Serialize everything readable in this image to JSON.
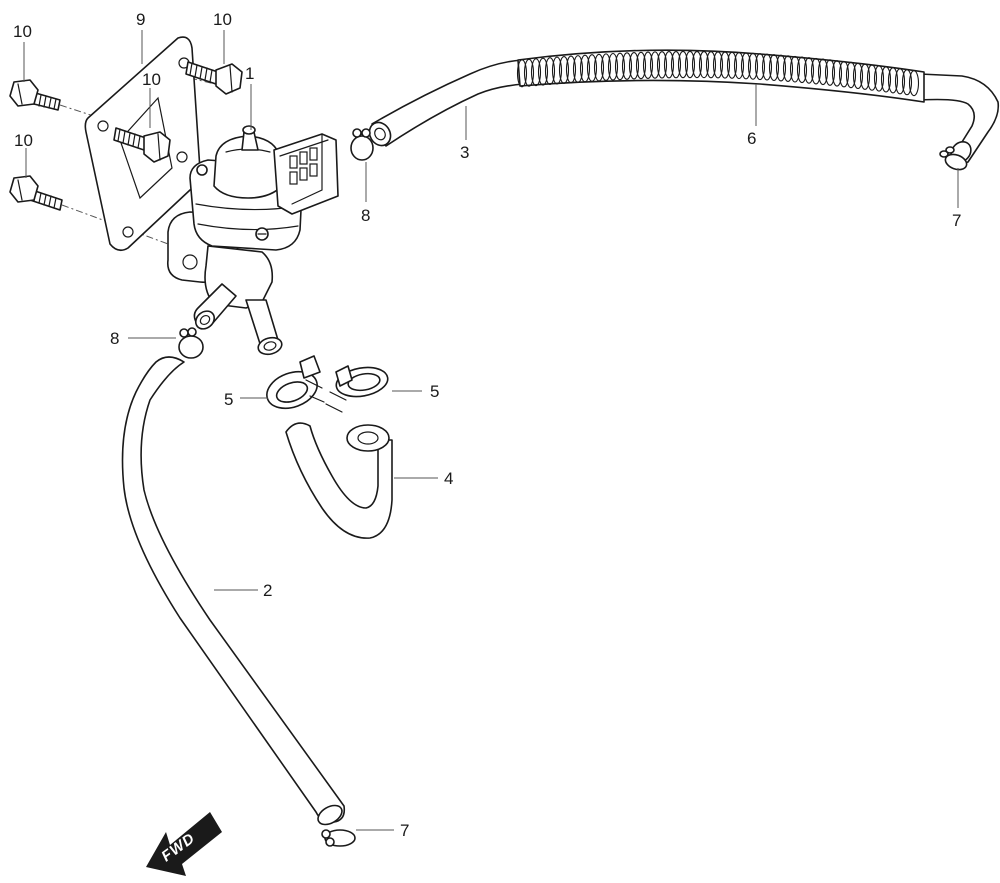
{
  "diagram": {
    "callouts": {
      "c1": "1",
      "c2": "2",
      "c3": "3",
      "c4": "4",
      "c5a": "5",
      "c5b": "5",
      "c6": "6",
      "c7a": "7",
      "c7b": "7",
      "c8a": "8",
      "c8b": "8",
      "c9": "9",
      "c10a": "10",
      "c10b": "10",
      "c10c": "10",
      "c10d": "10"
    },
    "direction": {
      "fwd": "FWD"
    }
  }
}
